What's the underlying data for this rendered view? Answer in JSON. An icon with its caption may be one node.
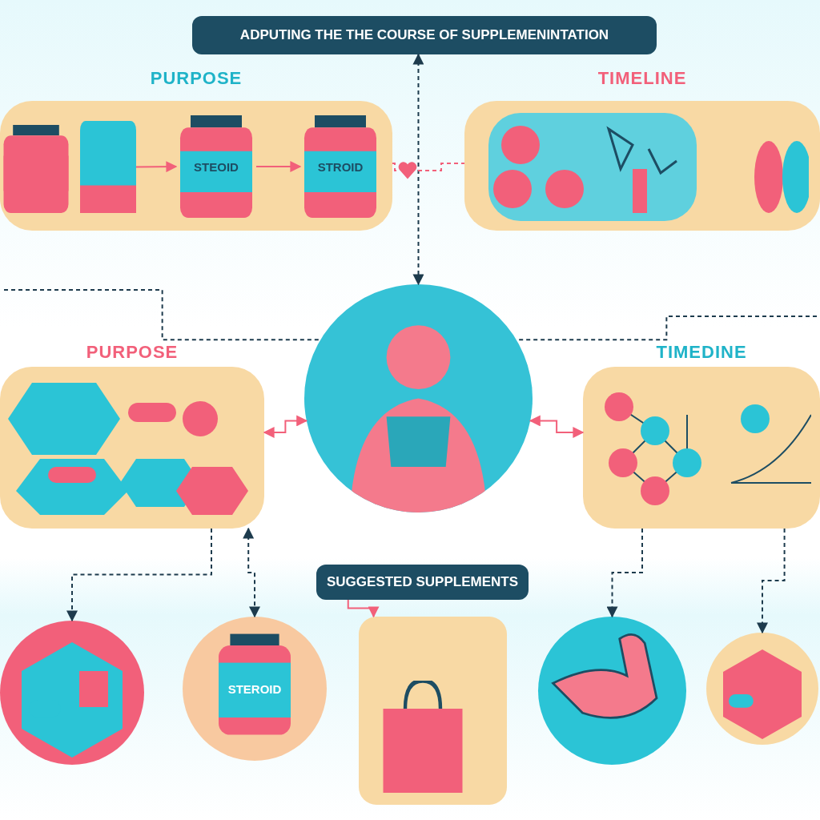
{
  "diagram": {
    "nodes": [
      {
        "text": [
          "ADPUTING THE THE COURSE OF SUPPLEMENINTATION"
        ]
      },
      {
        "text": [
          "PURPOSE"
        ]
      },
      {
        "text": [],
        "shape": "picture",
        "in": 1
      },
      {
        "text": [],
        "shape": "picture",
        "in": 1
      },
      {
        "text": [
          "STEOID"
        ],
        "in": 1
      },
      {
        "text": [
          "STROID"
        ],
        "in": 1
      },
      {
        "text": [],
        "shape": "picture"
      },
      {
        "text": [
          "TIMELINE"
        ]
      },
      {
        "text": [],
        "shape": "picture"
      },
      {
        "text": [
          "PURPOSE"
        ]
      },
      {
        "text": [
          "TIMEDINE"
        ]
      },
      {
        "text": [
          "SUGGESTED SUPPLEMENTS"
        ]
      },
      {
        "text": [],
        "shape": "box"
      },
      {
        "text": [],
        "shape": "picture"
      },
      {
        "text": [
          "STEROID"
        ]
      },
      {
        "text": [],
        "shape": "picture"
      },
      {
        "text": [],
        "shape": "picture"
      }
    ],
    "edges": [
      {
        "from": 0,
        "to": 8,
        "arrow": "both",
        "style": "dashed"
      },
      {
        "from": 3,
        "to": 4,
        "arrow": "to",
        "color": "#f2607a"
      },
      {
        "from": 4,
        "to": 5,
        "arrow": "to",
        "color": "#f2607a"
      },
      {
        "from": 1,
        "to": 6,
        "arrow": "none",
        "style": "dashed",
        "color": "#f2607a"
      },
      {
        "from": 6,
        "to": 7,
        "arrow": "none",
        "style": "dashed",
        "color": "#f2607a"
      },
      {
        "from": null,
        "to": 8,
        "arrow": "none",
        "style": "dashed"
      },
      {
        "from": null,
        "to": 8,
        "arrow": "none",
        "style": "dashed"
      },
      {
        "from": 9,
        "to": 8,
        "arrow": "both",
        "color": "#f2607a"
      },
      {
        "from": 8,
        "to": 10,
        "arrow": "both",
        "color": "#f2607a"
      },
      {
        "from": 9,
        "to": 13,
        "arrow": "to",
        "style": "dashed"
      },
      {
        "from": 9,
        "to": 14,
        "arrow": "both",
        "style": "dashed"
      },
      {
        "from": 11,
        "to": 12,
        "arrow": "to",
        "color": "#f2607a"
      },
      {
        "from": 10,
        "to": 15,
        "arrow": "to",
        "style": "dashed"
      },
      {
        "from": 10,
        "to": 16,
        "arrow": "to",
        "style": "dashed"
      }
    ]
  }
}
